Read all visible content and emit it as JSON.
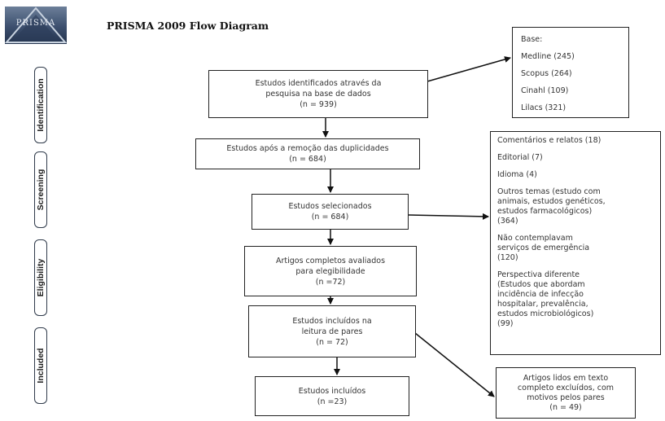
{
  "logo": {
    "text": "PRISMA"
  },
  "title": "PRISMA 2009 Flow Diagram",
  "phases": [
    {
      "label": "Identification"
    },
    {
      "label": "Screening"
    },
    {
      "label": "Eligibility"
    },
    {
      "label": "Included"
    }
  ],
  "main_boxes": {
    "identified": {
      "line1": "Estudos identificados através da",
      "line2": "pesquisa na base de dados",
      "line3": "(n = 939)"
    },
    "after_dupes": {
      "line1": "Estudos após a remoção das duplicidades",
      "line2": "(n = 684)"
    },
    "selected": {
      "line1": "Estudos selecionados",
      "line2": "(n = 684)"
    },
    "eligibility": {
      "line1": "Artigos completos avaliados",
      "line2": "para elegibilidade",
      "line3": "(n =72)"
    },
    "pair_reading": {
      "line1": "Estudos incluídos na",
      "line2": "leitura de pares",
      "line3": "(n = 72)"
    },
    "included": {
      "line1": "Estudos incluídos",
      "line2": "(n =23)"
    }
  },
  "databases": {
    "header": "Base:",
    "items": [
      "Medline (245)",
      "Scopus (264)",
      "Cinahl (109)",
      "Lilacs (321)"
    ]
  },
  "exclusions": {
    "items": [
      "Comentários e relatos (18)",
      "Editorial  (7)",
      "Idioma  (4)",
      "Outros temas (estudo com",
      "animais, estudos genéticos,",
      "estudos farmacológicos)",
      "(364)",
      "Não contemplavam",
      "serviços de emergência",
      "(120)",
      "Perspectiva diferente",
      "(Estudos que abordam",
      "incidência de infecção",
      "hospitalar, prevalência,",
      "estudos microbiológicos)",
      "(99)"
    ]
  },
  "full_text_excluded": {
    "line1": "Artigos lidos em texto",
    "line2": "completo excluídos, com",
    "line3": "motivos pelos pares",
    "line4": "(n = 49)"
  }
}
